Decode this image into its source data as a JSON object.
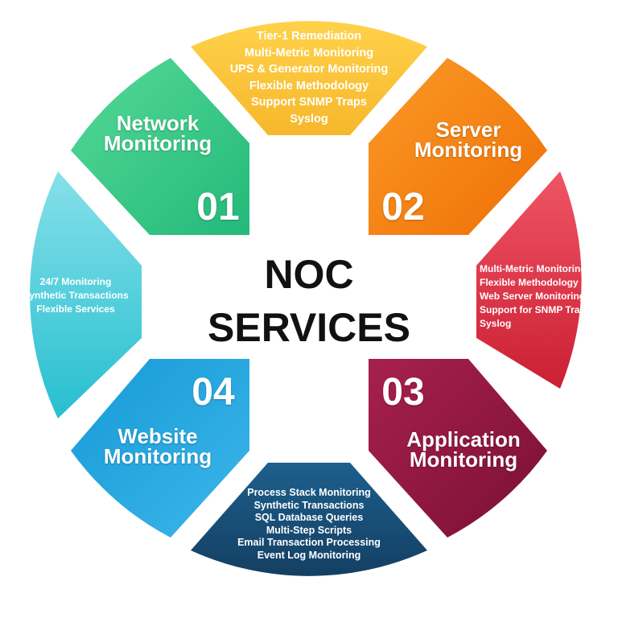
{
  "center": {
    "line1": "NOC",
    "line2": "SERVICES"
  },
  "segments": {
    "top": {
      "color": "#fdca3c",
      "items": [
        "Tier-1 Remediation",
        "Multi-Metric Monitoring",
        "UPS & Generator Monitoring",
        "Flexible Methodology",
        "Support SNMP Traps",
        "Syslog"
      ]
    },
    "network": {
      "color": "#3ccf8e",
      "title_line1": "Network",
      "title_line2": "Monitoring",
      "number": "01"
    },
    "server": {
      "color": "#f7860f",
      "title_line1": "Server",
      "title_line2": "Monitoring",
      "number": "02"
    },
    "right": {
      "color": "#e53a4a",
      "items": [
        "Multi-Metric Monitoring",
        "Flexible Methodology",
        "Web Server Monitoring",
        "Support for SNMP Traps",
        "Syslog"
      ]
    },
    "application": {
      "color": "#9d1e48",
      "title_line1": "Application",
      "title_line2": "Monitoring",
      "number": "03"
    },
    "bottom": {
      "color": "#1f6a9a",
      "items": [
        "Process Stack Monitoring",
        "Synthetic Transactions",
        "SQL Database Queries",
        "Multi-Step Scripts",
        "Email Transaction Processing",
        "Event Log Monitoring"
      ]
    },
    "website": {
      "color": "#1e9bd8",
      "title_line1": "Website",
      "title_line2": "Monitoring",
      "number": "04"
    },
    "left": {
      "color": "#4ccad8",
      "items": [
        "24/7 Monitoring",
        "Synthetic Transactions",
        "Flexible Services"
      ]
    }
  }
}
